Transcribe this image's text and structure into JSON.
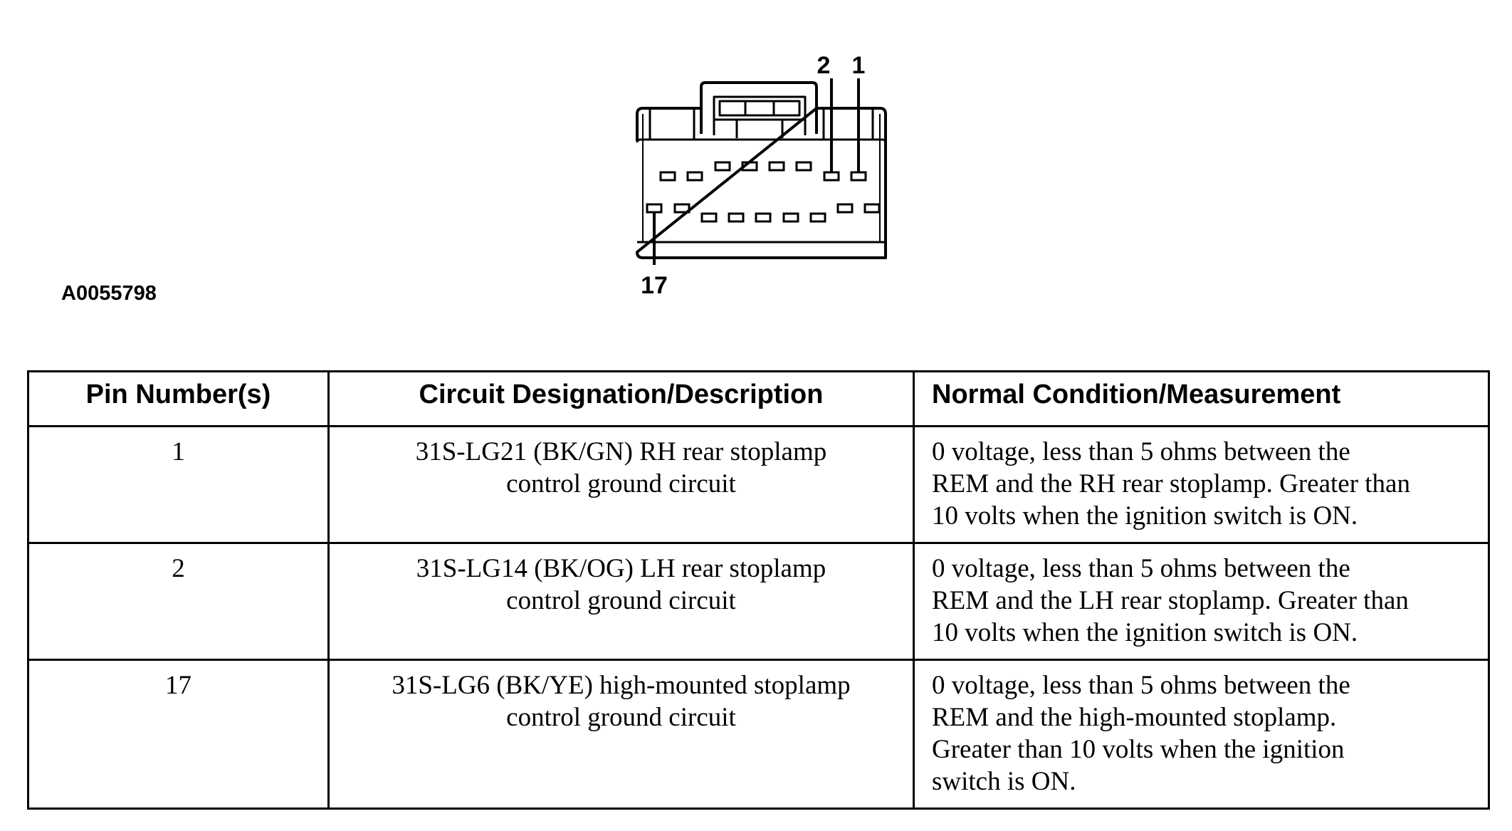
{
  "figure": {
    "id": "A0055798",
    "pin_labels": [
      "2",
      "1",
      "17"
    ]
  },
  "table": {
    "headers": [
      "Pin Number(s)",
      "Circuit Designation/Description",
      "Normal Condition/Measurement"
    ],
    "rows": [
      {
        "pin": "1",
        "desc_line1": "31S-LG21 (BK/GN) RH rear stoplamp",
        "desc_line2": "control ground circuit",
        "meas_line1": "0 voltage, less than 5 ohms between the",
        "meas_line2": "REM and the RH rear stoplamp. Greater than",
        "meas_line3": "10 volts when the ignition switch is ON.",
        "meas_line4": ""
      },
      {
        "pin": "2",
        "desc_line1": "31S-LG14 (BK/OG) LH rear stoplamp",
        "desc_line2": "control ground circuit",
        "meas_line1": "0 voltage, less than 5 ohms between the",
        "meas_line2": "REM and the LH rear stoplamp. Greater than",
        "meas_line3": "10 volts when the ignition switch is ON.",
        "meas_line4": ""
      },
      {
        "pin": "17",
        "desc_line1": "31S-LG6 (BK/YE) high-mounted stoplamp",
        "desc_line2": "control ground circuit",
        "meas_line1": "0 voltage, less than 5 ohms between the",
        "meas_line2": "REM and the high-mounted stoplamp.",
        "meas_line3": "Greater than 10 volts when the ignition",
        "meas_line4": "switch is ON."
      }
    ]
  }
}
